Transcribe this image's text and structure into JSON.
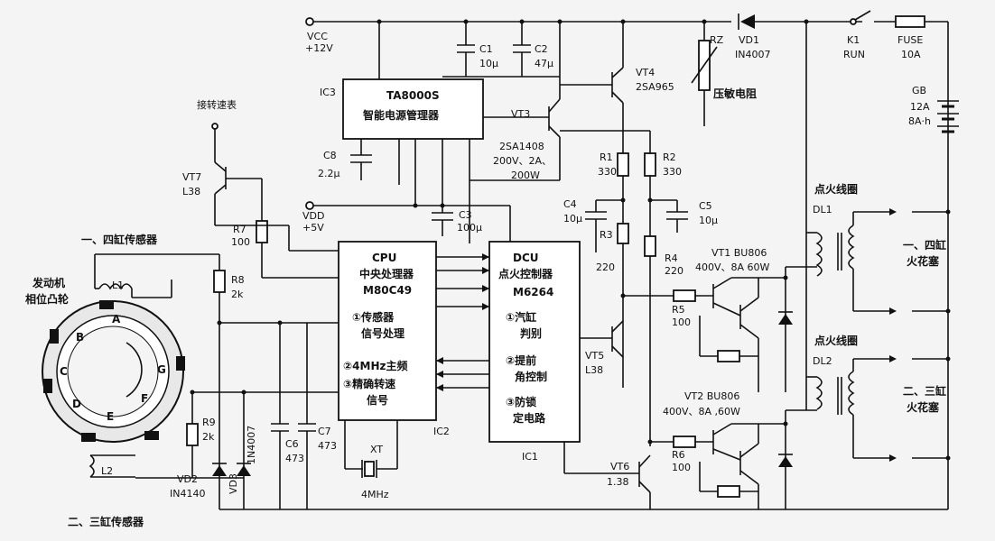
{
  "power": {
    "vcc": "VCC",
    "vcc_val": "+12V",
    "vdd": "VDD",
    "vdd_val": "+5V"
  },
  "tachometer": "接转速表",
  "ic3": {
    "ref": "IC3",
    "part": "TA8000S",
    "name": "智能电源管理器"
  },
  "cpu": {
    "title": "CPU",
    "name": "中央处理器",
    "part": "M80C49",
    "f1": "①传感器",
    "f1b": "信号处理",
    "f2": "②4MHz主频",
    "f3": "③精确转速",
    "f3b": "信号",
    "ref": "IC2"
  },
  "dcu": {
    "title": "DCU",
    "name": "点火控制器",
    "part": "M6264",
    "f1": "①汽缸",
    "f1b": "判别",
    "f2": "②提前",
    "f2b": "角控制",
    "f3": "③防锁",
    "f3b": "定电路",
    "ref": "IC1"
  },
  "components": {
    "c1": "C1",
    "c1v": "10μ",
    "c2": "C2",
    "c2v": "47μ",
    "c3": "C3",
    "c3v": "100μ",
    "c4": "C4",
    "c4v": "10μ",
    "c5": "C5",
    "c5v": "10μ",
    "c6": "C6",
    "c6v": "473",
    "c7": "C7",
    "c7v": "473",
    "c8": "C8",
    "c8v": "2.2μ",
    "r1": "R1",
    "r1v": "330",
    "r2": "R2",
    "r2v": "330",
    "r3": "R3",
    "r3v": "220",
    "r4": "R4",
    "r4v": "220",
    "r5": "R5",
    "r5v": "100",
    "r6": "R6",
    "r6v": "100",
    "r7": "R7",
    "r7v": "100",
    "r8": "R8",
    "r8v": "2k",
    "r9": "R9",
    "r9v": "2k",
    "vt1": "VT1 BU806",
    "vt1v": "400V、8A 60W",
    "vt2": "VT2 BU806",
    "vt2v": "400V、8A ,60W",
    "vt3": "VT3",
    "vt3p": "2SA1408",
    "vt3v": "200V、2A、",
    "vt3w": "200W",
    "vt4": "VT4",
    "vt4p": "2SA965",
    "vt5": "VT5",
    "vt5p": "L38",
    "vt6": "VT6",
    "vt6p": "1.38",
    "vt7": "VT7",
    "vt7p": "L38",
    "vd1": "VD1",
    "vd1p": "IN4007",
    "vd2": "VD2",
    "vd2p": "IN4140",
    "vd3": "VD3",
    "vd3p": "1N4007",
    "rz": "RZ",
    "rz_name": "压敏电阻",
    "xt": "XT",
    "xt_freq": "4MHz",
    "k1": "K1",
    "k1_name": "RUN",
    "fuse": "FUSE",
    "fuse_val": "10A",
    "gb": "GB",
    "gb_v": "12A",
    "gb_c": "8A·h",
    "l1": "L1",
    "l2": "L2",
    "dl1_name": "点火线圈",
    "dl1": "DL1",
    "dl2_name": "点火线圈",
    "dl2": "DL2"
  },
  "sensors": {
    "s14": "一、四缸传感器",
    "s23": "二、三缸传感器",
    "engine1": "发动机",
    "engine2": "相位凸轮",
    "cam": [
      "A",
      "B",
      "C",
      "D",
      "E",
      "F",
      "G"
    ]
  },
  "plugs": {
    "p14a": "一、四缸",
    "p14b": "火花塞",
    "p23a": "二、三缸",
    "p23b": "火花塞"
  }
}
